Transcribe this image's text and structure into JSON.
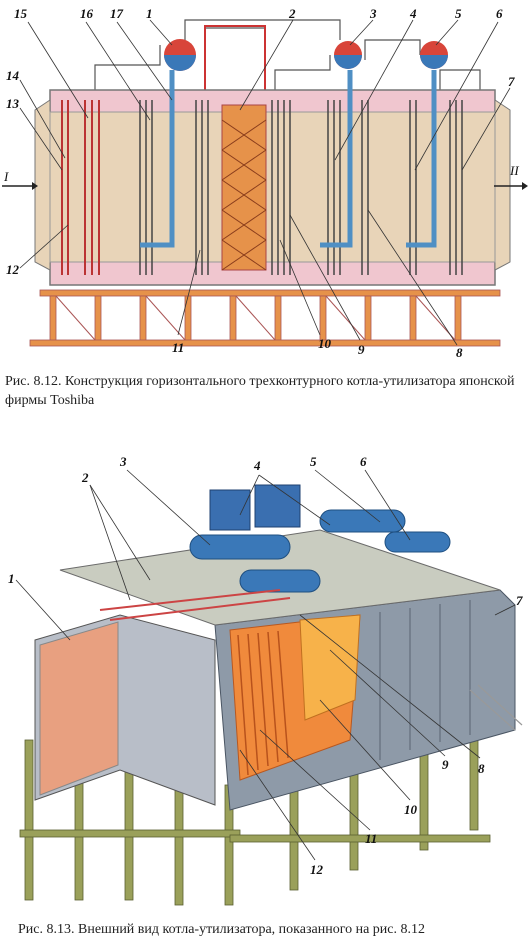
{
  "figure1": {
    "caption_label": "Рис. 8.12.",
    "caption_text": "Конструкция горизонтального трехконтурного котла-утилизатора японской фирмы Toshiba",
    "inlet_label": "I",
    "outlet_label": "II",
    "callouts": [
      "15",
      "16",
      "17",
      "1",
      "2",
      "3",
      "4",
      "5",
      "6",
      "7",
      "14",
      "13",
      "12",
      "11",
      "10",
      "9",
      "8"
    ]
  },
  "figure2": {
    "caption_label": "Рис. 8.13.",
    "caption_text": "Внешний вид котла-утилизатора, показанного на рис. 8.12",
    "callouts": [
      "1",
      "2",
      "3",
      "4",
      "5",
      "6",
      "7",
      "8",
      "9",
      "10",
      "11",
      "12"
    ]
  },
  "colors": {
    "casing_pink": "#f0c6cf",
    "casing_inner": "#e8d4b8",
    "frame_orange": "#e6924a",
    "drum_red": "#d8453a",
    "drum_blue": "#3a78b8",
    "tube_blue": "#4f8fc4"
  }
}
